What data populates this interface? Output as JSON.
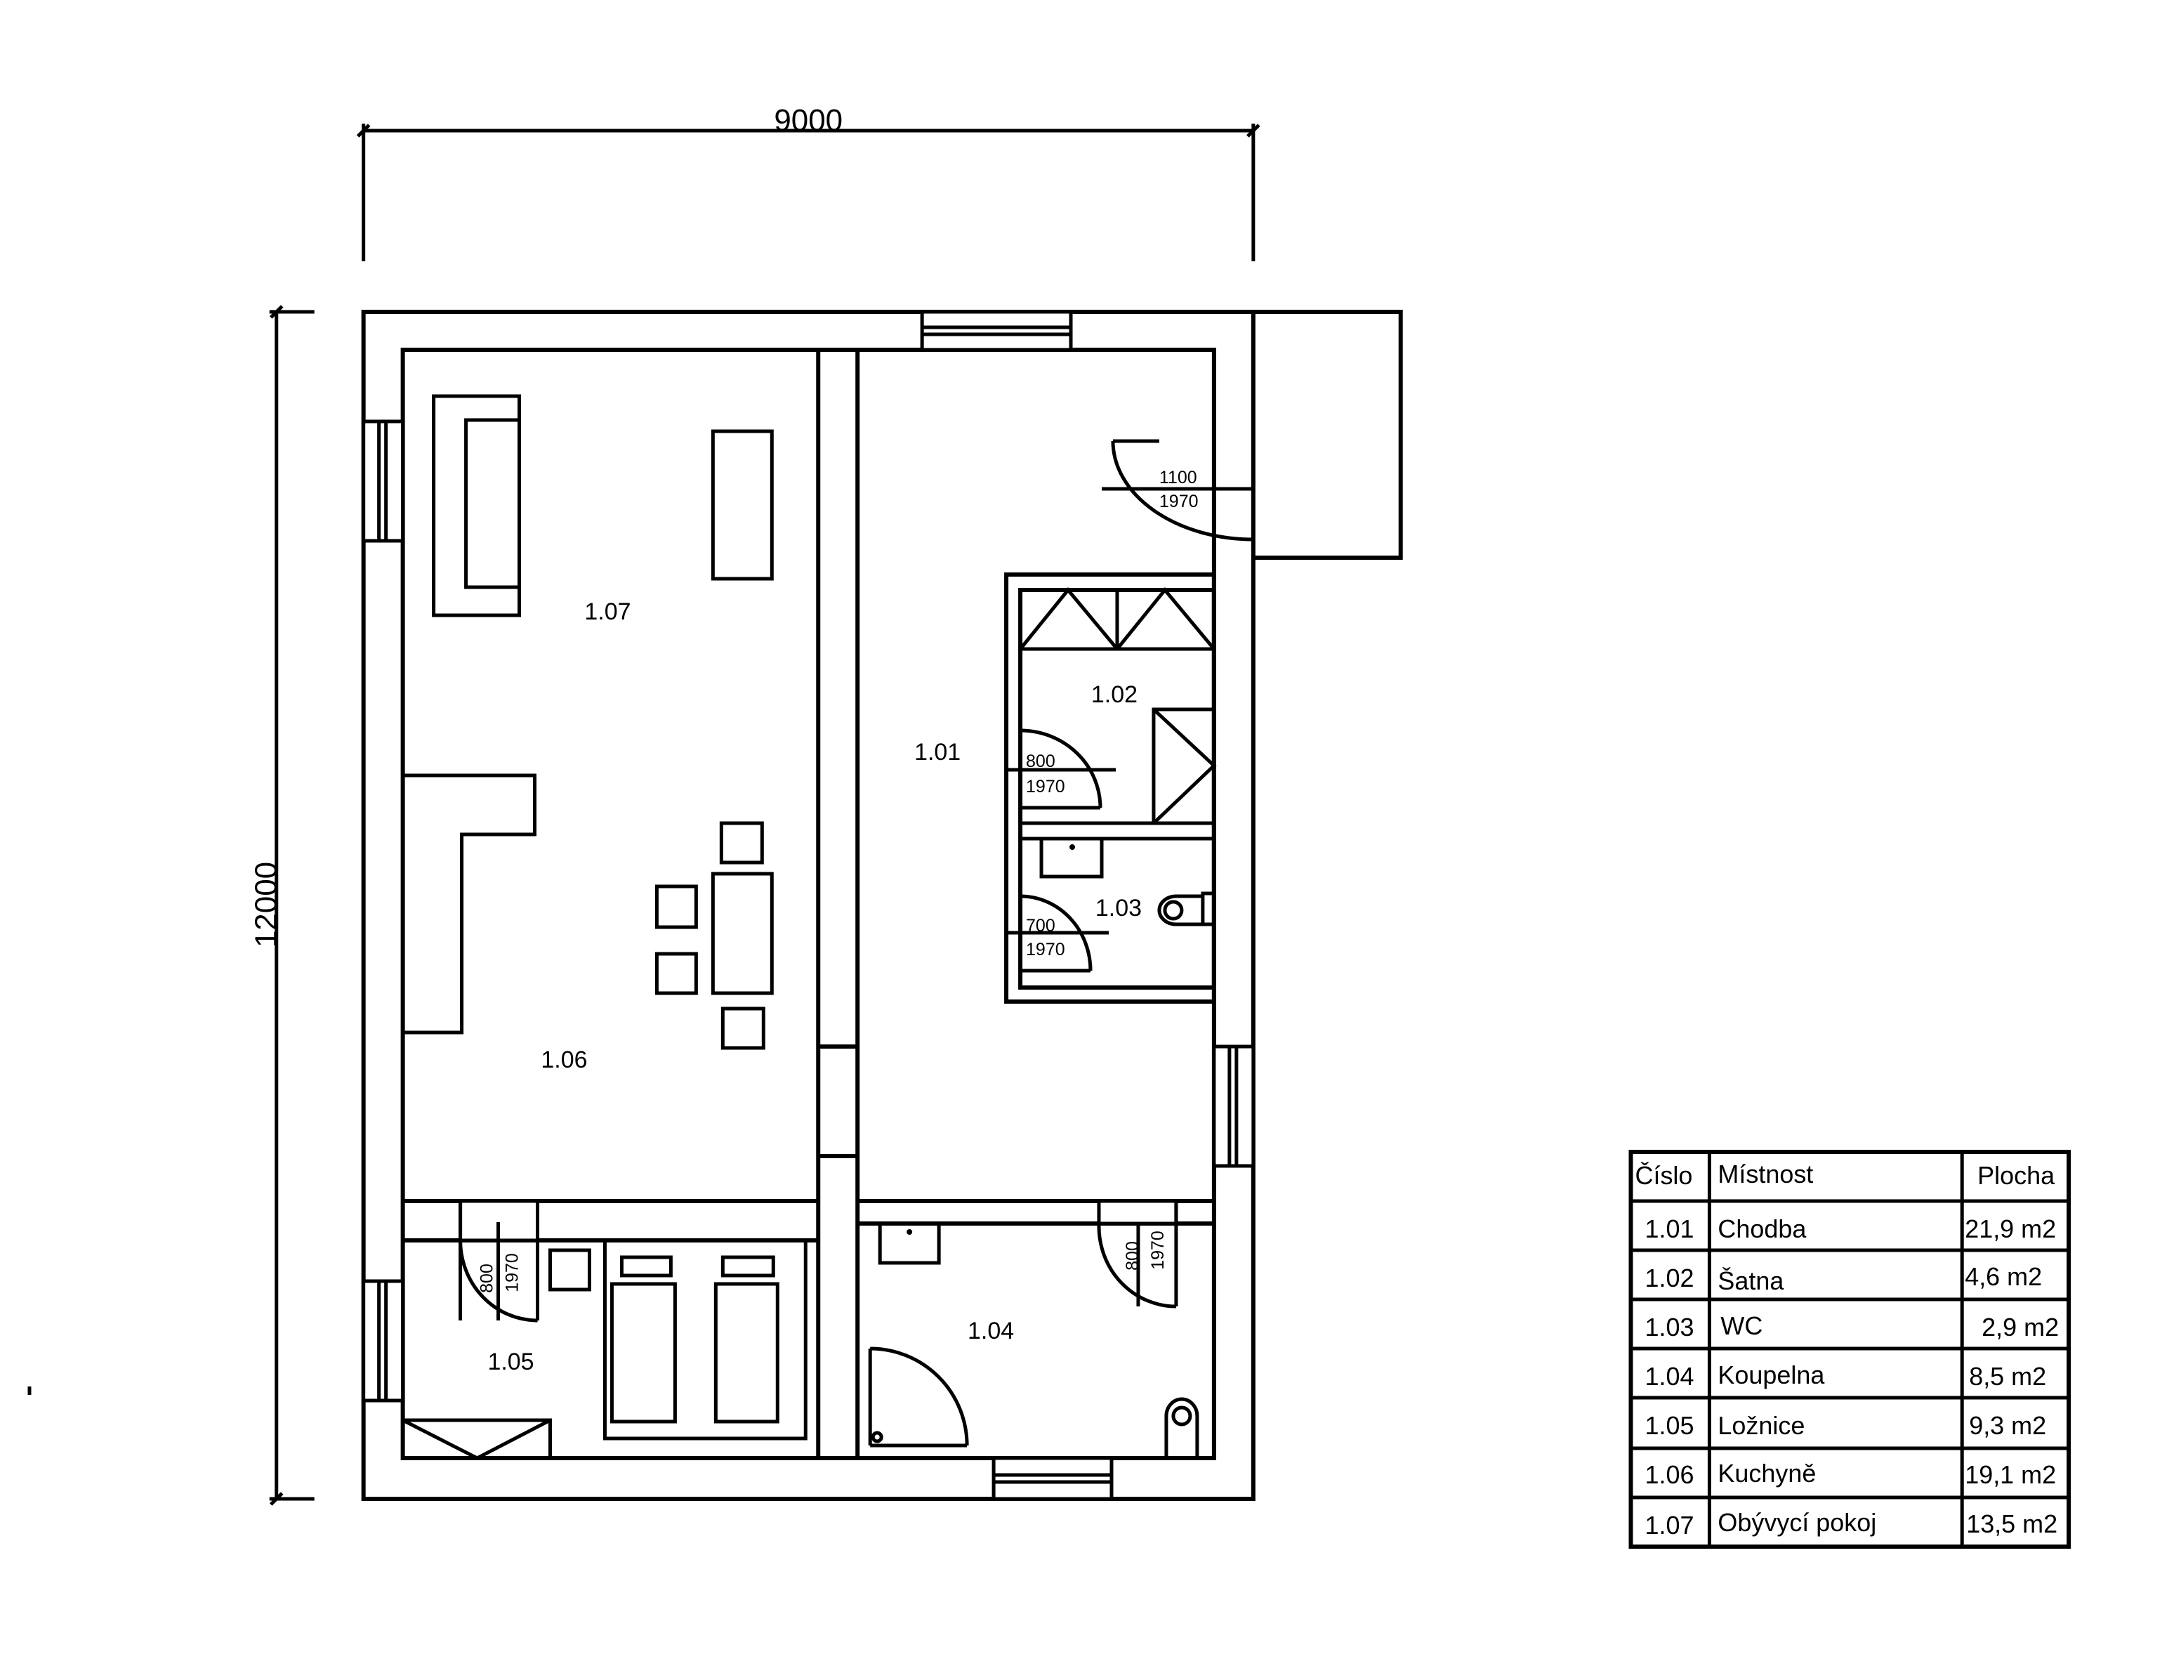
{
  "dimensions": {
    "width": "9000",
    "height": "12000"
  },
  "rooms": [
    {
      "id": "1.01"
    },
    {
      "id": "1.02"
    },
    {
      "id": "1.03"
    },
    {
      "id": "1.04"
    },
    {
      "id": "1.05"
    },
    {
      "id": "1.06"
    },
    {
      "id": "1.07"
    }
  ],
  "doors": [
    {
      "width": "1100",
      "height": "1970"
    },
    {
      "width": "800",
      "height": "1970"
    },
    {
      "width": "700",
      "height": "1970"
    },
    {
      "width": "800",
      "height": "1970"
    },
    {
      "width": "800",
      "height": "1970"
    }
  ],
  "table": {
    "headers": [
      "Číslo",
      "Místnost",
      "Plocha"
    ],
    "rows": [
      {
        "number": "1.01",
        "name": "Chodba",
        "area": "21,9 m2"
      },
      {
        "number": "1.02",
        "name": "Šatna",
        "area": "4,6 m2"
      },
      {
        "number": "1.03",
        "name": "WC",
        "area": "2,9 m2"
      },
      {
        "number": "1.04",
        "name": "Koupelna",
        "area": "8,5 m2"
      },
      {
        "number": "1.05",
        "name": "Ložnice",
        "area": "9,3 m2"
      },
      {
        "number": "1.06",
        "name": "Kuchyně",
        "area": "19,1 m2"
      },
      {
        "number": "1.07",
        "name": "Obývycí pokoj",
        "area": "13,5 m2"
      }
    ]
  }
}
